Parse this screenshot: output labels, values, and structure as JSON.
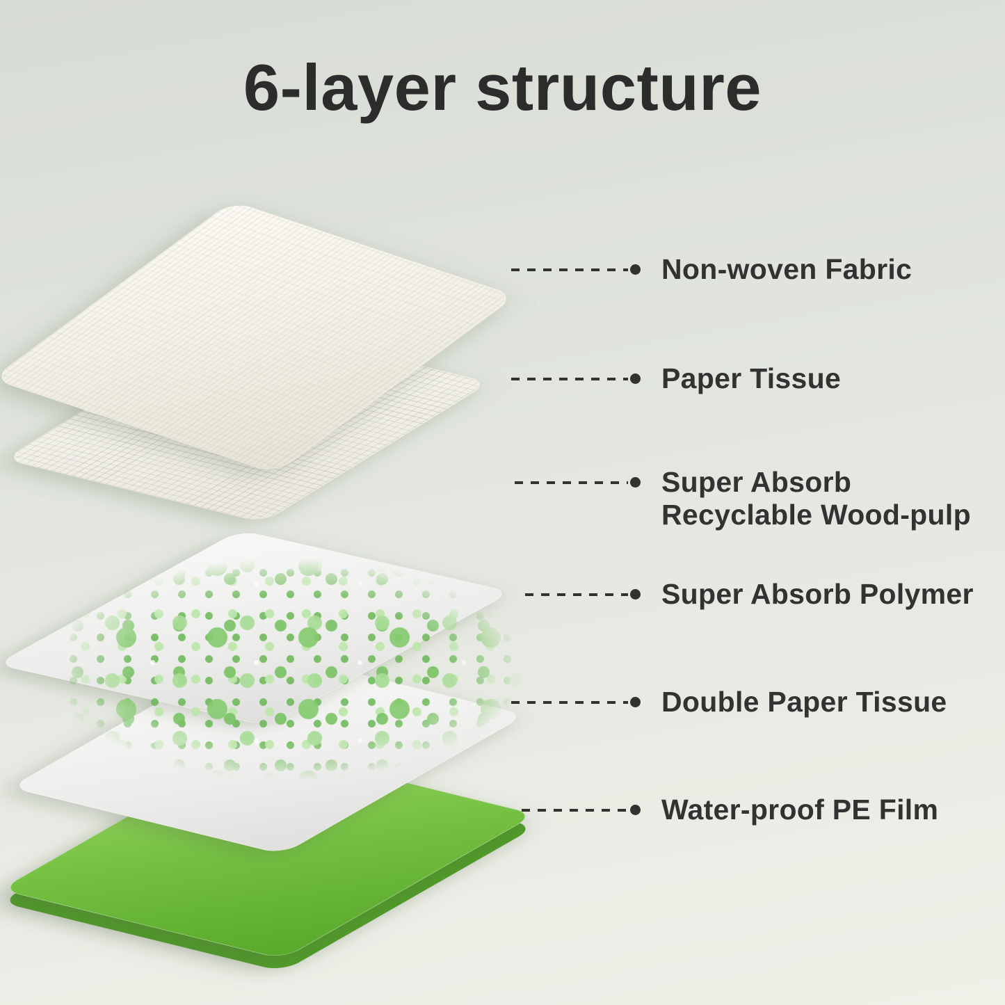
{
  "title": "6-layer structure",
  "layers": [
    {
      "label": "Non-woven Fabric"
    },
    {
      "label": "Paper Tissue"
    },
    {
      "label": "Super Absorb Recyclable Wood-pulp"
    },
    {
      "label": "Super Absorb Polymer"
    },
    {
      "label": "Double Paper Tissue"
    },
    {
      "label": "Water-proof PE Film"
    }
  ],
  "colors": {
    "background": "#e2e6de",
    "text": "#323232",
    "accent_green": "#76c243",
    "bead_green": "#86cb70"
  }
}
